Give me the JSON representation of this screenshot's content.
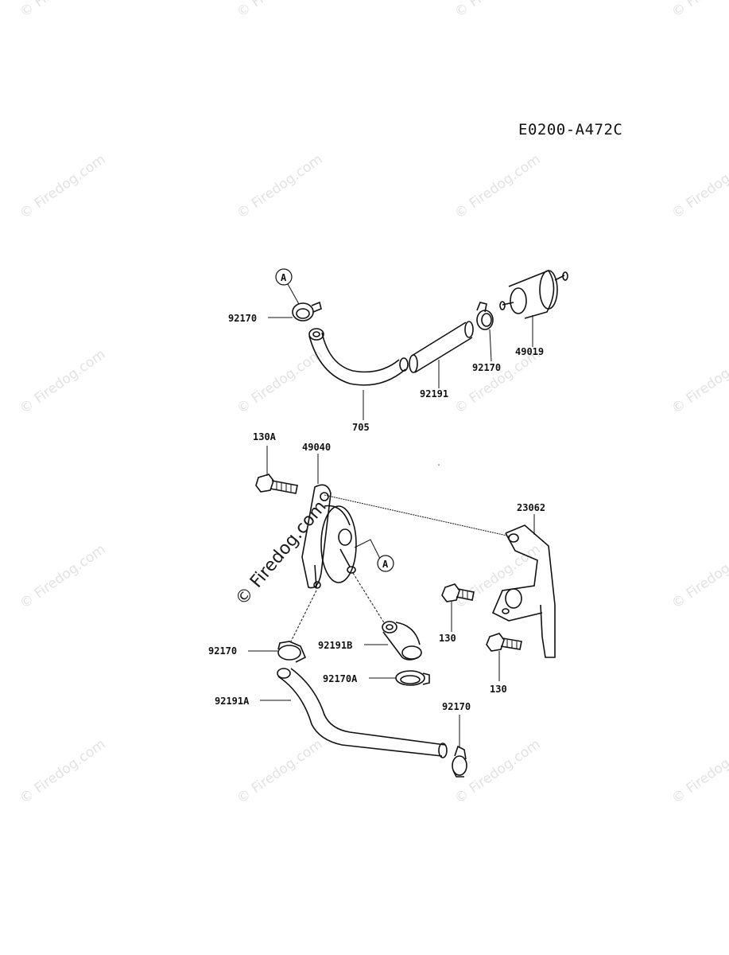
{
  "diagram_code": "E0200-A472C",
  "watermark": "© Firedog.com",
  "part_labels": {
    "clamp_top_left": "92170",
    "clamp_top_right": "92170",
    "filter": "49019",
    "hose_short": "92191",
    "hose_bent": "705",
    "bolt_pump": "130A",
    "pump": "49040",
    "bracket": "23062",
    "bolt_upper": "130",
    "bolt_lower": "130",
    "hose_elbow": "92191B",
    "clamp_elbow": "92170A",
    "clamp_mid_left": "92170",
    "hose_long": "92191A",
    "clamp_bottom": "92170"
  },
  "callout_ref": "A"
}
